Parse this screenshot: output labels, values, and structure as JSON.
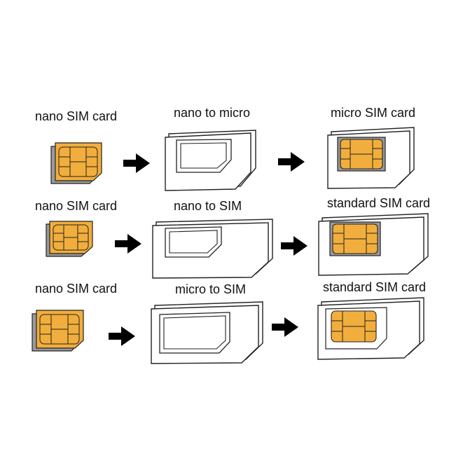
{
  "rows": [
    {
      "source_label": "nano SIM card",
      "adapter_label": "nano to micro",
      "result_label": "micro SIM card",
      "source_chip_icon": "sim-chip-icon",
      "arrow_icon": "arrow-right-icon"
    },
    {
      "source_label": "nano SIM card",
      "adapter_label": "nano to SIM",
      "result_label": "standard SIM card",
      "source_chip_icon": "sim-chip-icon",
      "arrow_icon": "arrow-right-icon"
    },
    {
      "source_label": "nano SIM card",
      "adapter_label": "micro to SIM",
      "result_label": "standard SIM card",
      "source_chip_icon": "sim-chip-icon",
      "arrow_icon": "arrow-right-icon"
    }
  ],
  "colors": {
    "chip_gold": "#F2AE3C",
    "card_tray": "#9A9A9A",
    "outline": "#222222",
    "arrow": "#000000"
  }
}
